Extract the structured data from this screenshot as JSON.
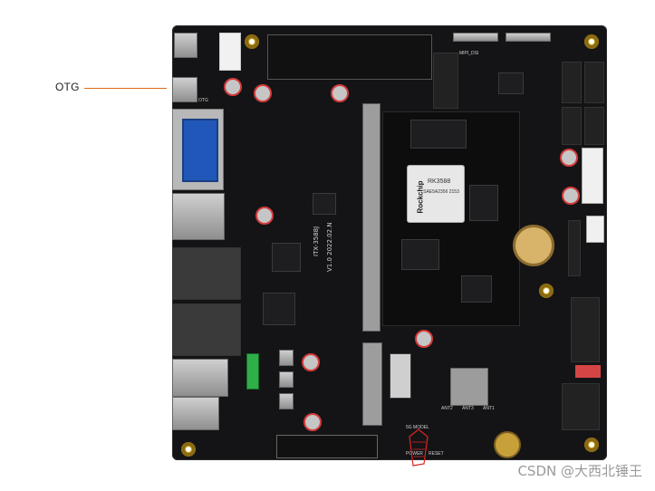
{
  "callout": {
    "label": "OTG"
  },
  "board": {
    "soc_brand": "Rockchip",
    "soc_model": "RK3588",
    "soc_code": "SAE5A2356 2153",
    "board_name": "ITX-3588J",
    "board_version": "V1.0 2022.02.N",
    "labels": {
      "otg": "OTG",
      "reset": "RESET",
      "power": "POWER",
      "ant1": "ANT1",
      "ant2": "ANT2",
      "ant3": "ANT3",
      "mipi_dsi": "MIPI_DSI",
      "m2_model": "5G MODEL"
    }
  },
  "watermark": "CSDN @大西北锤王"
}
